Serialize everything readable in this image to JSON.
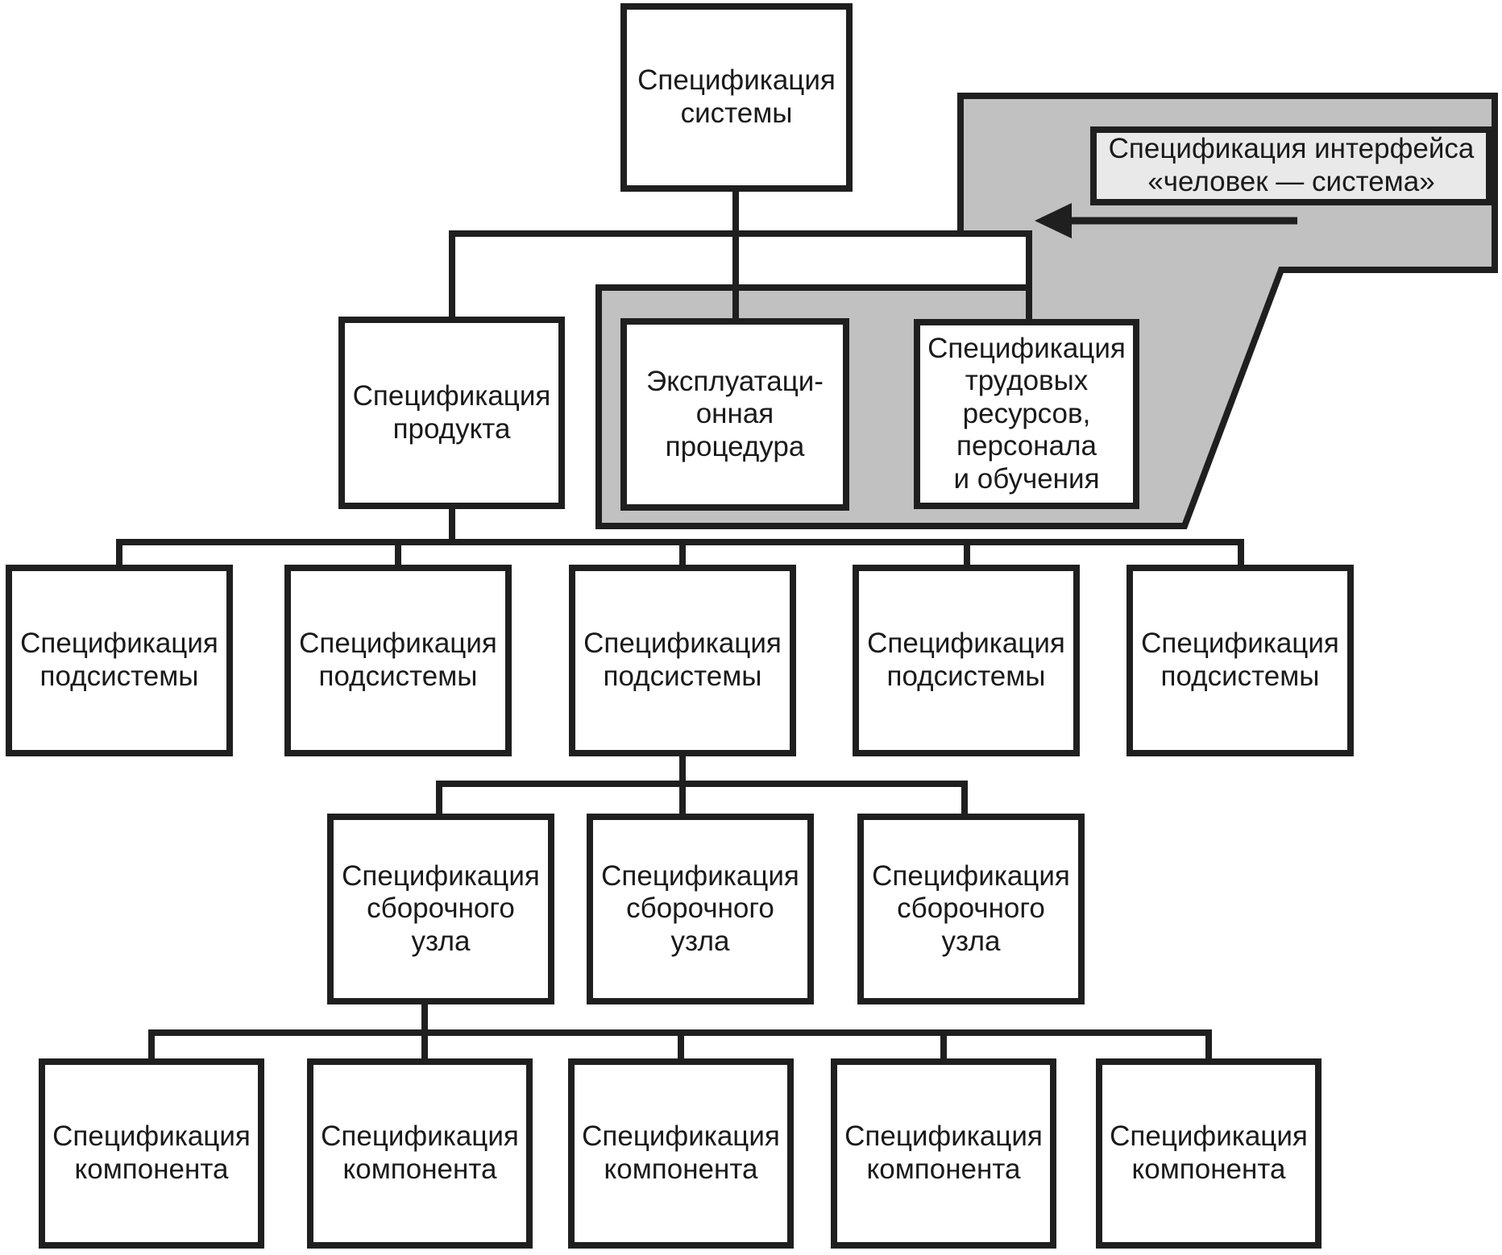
{
  "diagram": {
    "description": "Tree of system specifications with highlighted human-system interface region",
    "colors": {
      "line": "#1f1f1f",
      "highlight_fill": "#c1c1c1",
      "callout_fill": "#e9e9e9",
      "box_fill": "#ffffff",
      "text": "#1a1a1a",
      "background": "#ffffff"
    },
    "nodes": {
      "system": "Спецификация\nсистемы",
      "product": "Спецификация\nпродукта",
      "operational_procedure": "Эксплуатаци-\nонная\nпроцедура",
      "labor_resources": "Спецификация\nтрудовых\nресурсов,\nперсонала\nи обучения",
      "subsystem": "Спецификация\nподсистемы",
      "assembly_unit": "Спецификация\nсборочного\nузла",
      "component": "Спецификация\nкомпонента"
    },
    "callout": {
      "label": "Спецификация интерфейса\n«человек — система»"
    },
    "counts": {
      "subsystem_boxes": 5,
      "assembly_boxes": 3,
      "component_boxes": 5
    }
  }
}
